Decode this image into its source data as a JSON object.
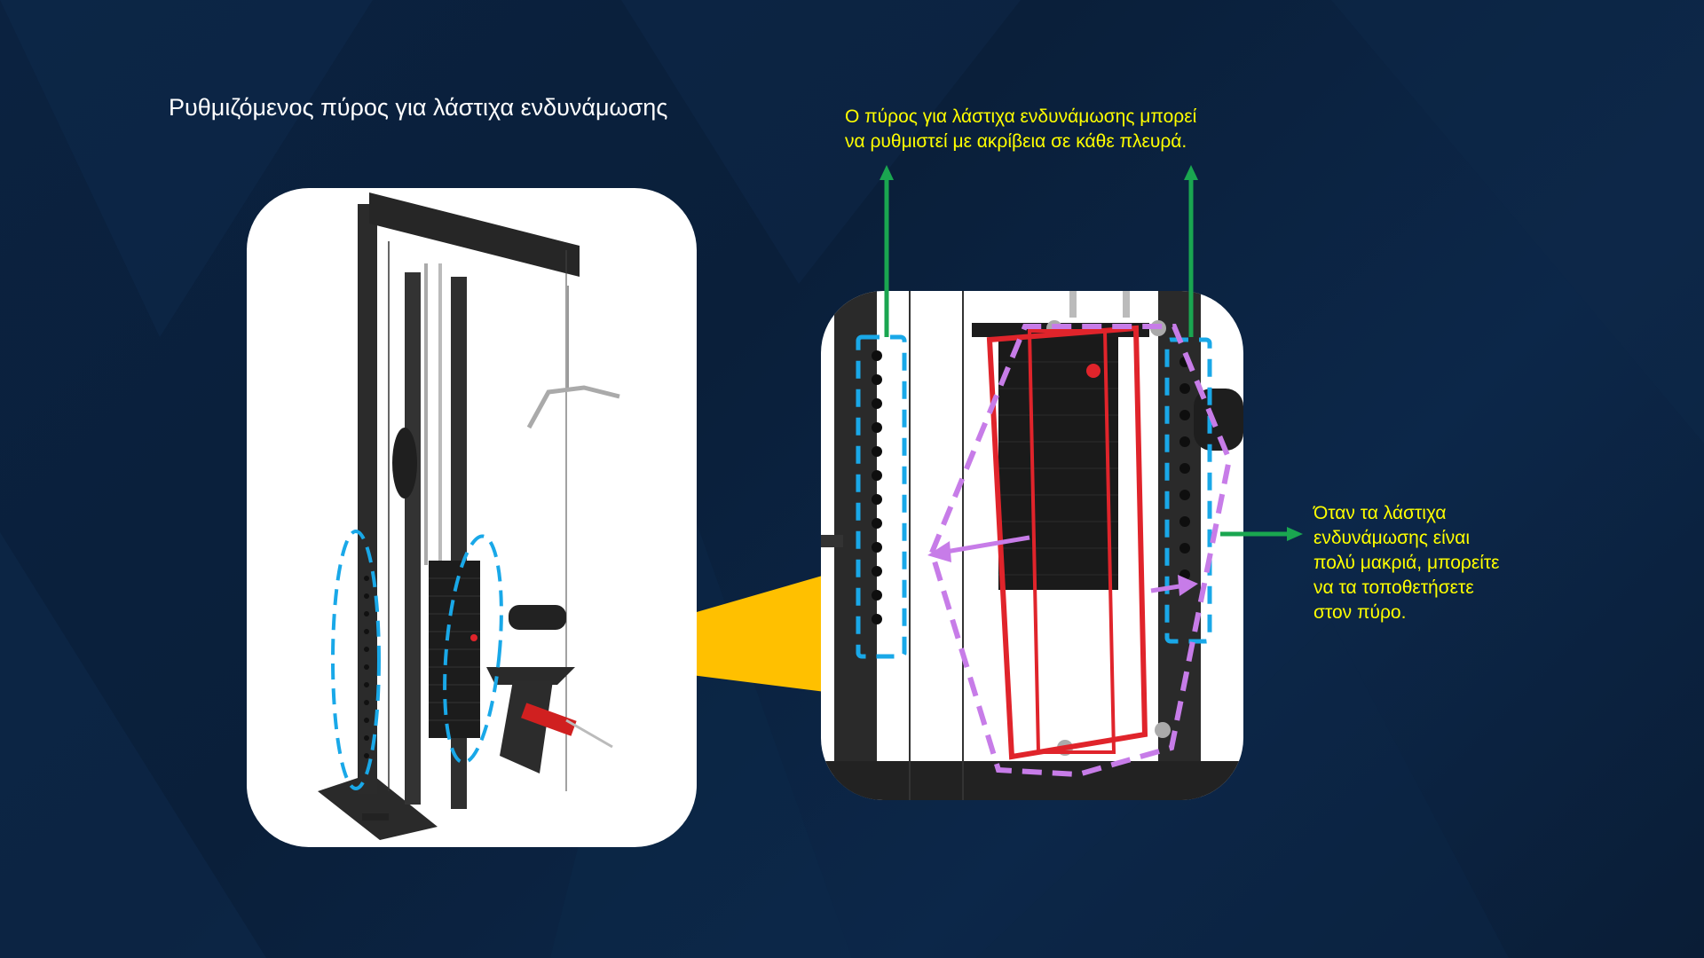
{
  "slide": {
    "title": "Ρυθμιζόμενος πύρος για λάστιχα ενδυνάμωσης",
    "note_top": {
      "line1": "Ο πύρος για λάστιχα ενδυνάμωσης μπορεί",
      "line2": "να ρυθμιστεί με ακρίβεια σε κάθε πλευρά."
    },
    "note_right": {
      "line1": "Όταν τα λάστιχα",
      "line2": "ενδυνάμωσης είναι",
      "line3": "πολύ μακριά, μπορείτε",
      "line4": "να τα τοποθετήσετε",
      "line5": "στον πύρο."
    }
  },
  "colors": {
    "text_main": "#ffffff",
    "text_note": "#ffff00",
    "arrow_green": "#1aa650",
    "highlight_blue": "#19a8e8",
    "highlight_purple": "#c77ce8",
    "beam_yellow": "#ffc000",
    "band_red": "#e0242b"
  }
}
